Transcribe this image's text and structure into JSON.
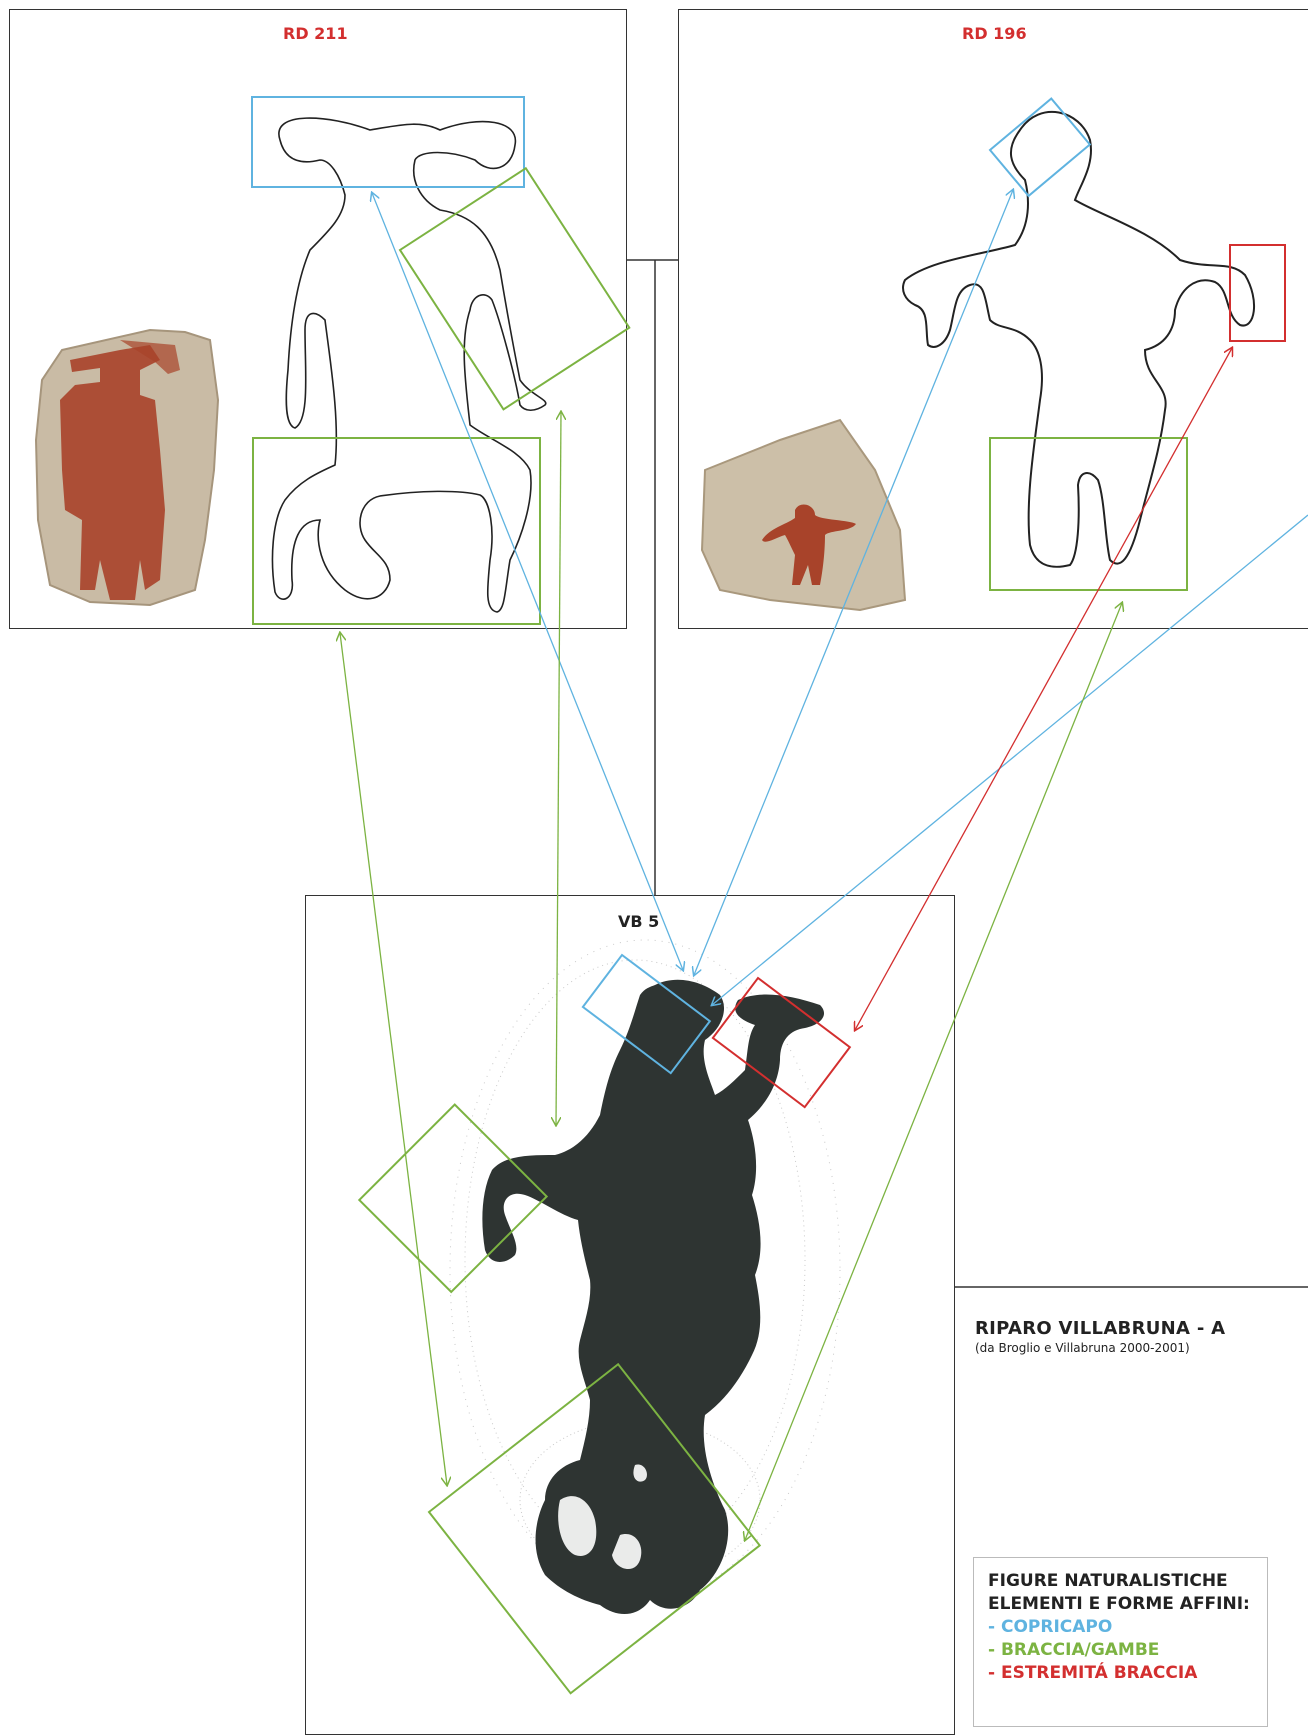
{
  "panels": {
    "rd211": {
      "title": "RD 211"
    },
    "rd196": {
      "title": "RD 196"
    },
    "vb5": {
      "title": "VB 5"
    }
  },
  "info": {
    "title": "RIPARO VILLABRUNA - A",
    "source": "(da Broglio e Villabruna 2000-2001)"
  },
  "legend": {
    "heading_1": "FIGURE NATURALISTICHE",
    "heading_2": "ELEMENTI E FORME AFFINI:",
    "items": [
      {
        "label": "- COPRICAPO",
        "color": "#5fb3e0"
      },
      {
        "label": "- BRACCIA/GAMBE",
        "color": "#7cb342"
      },
      {
        "label": "- ESTREMITÁ BRACCIA",
        "color": "#d32f2f"
      }
    ]
  },
  "colors": {
    "title_red": "#d32f2f",
    "blue": "#5fb3e0",
    "green": "#7cb342",
    "red": "#d32f2f",
    "rock": "#c8b9a3",
    "ochre": "#a0402a",
    "figure_dark": "#2e3432"
  }
}
